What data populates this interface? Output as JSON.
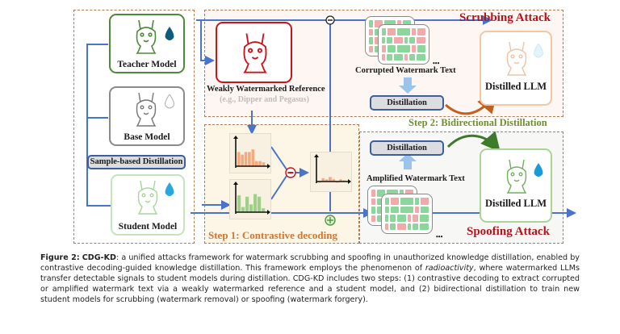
{
  "figure": {
    "left_panel": {
      "teacher_label": "Teacher Model",
      "base_label": "Base Model",
      "sample_distillation_label": "Sample-based Distillation",
      "student_label": "Student Model"
    },
    "reference": {
      "label": "Weakly Watermarked Reference",
      "examples": "(e.g., Dipper and Pegasus)"
    },
    "step1": {
      "label": "Step 1: Contrastive decoding",
      "operator_minus": "−",
      "operator_plus": "+"
    },
    "scrubbing": {
      "title": "Scrubbing Attack",
      "text_label": "Corrupted Watermark Text",
      "distillation_label": "Distillation",
      "model_label": "Distilled LLM",
      "ellipsis": "•••"
    },
    "step2": {
      "label": "Step 2: Bidirectional Distillation"
    },
    "spoofing": {
      "title": "Spoofing Attack",
      "text_label": "Amplified Watermark Text",
      "distillation_label": "Distillation",
      "model_label": "Distilled LLM",
      "ellipsis": "•••"
    },
    "histograms": {
      "reference_bars": [
        0.55,
        0.45,
        0.55,
        0.55,
        0.65,
        0.2,
        0.2,
        0.15
      ],
      "student_bars": [
        0.65,
        0.2,
        0.6,
        0.3,
        0.7,
        0.6,
        0.15
      ],
      "difference_bars": [
        -0.05,
        0.15,
        0.1,
        0.2,
        0.1,
        -0.05,
        0.1,
        0.05
      ]
    },
    "colors": {
      "teacher": "#4f8a3a",
      "base": "#8a8a8a",
      "student": "#a9d59a",
      "reference": "#c8151b",
      "scrub_llm": "#f3c6a4",
      "spoof_llm": "#8cc47a",
      "arrow": "#4a74c9",
      "wm_green": "#8bd79b",
      "wm_red": "#f2a9a9",
      "watermark_drop_dark": "#0f5b7a",
      "watermark_drop_light": "#2aa6e0"
    }
  },
  "caption": {
    "prefix": "Figure 2:",
    "name": "CDG-KD",
    "part1": ": a unified attacks framework for watermark scrubbing and spoofing in unauthorized knowledge distillation, enabled by contrastive decoding-guided knowledge distillation. This framework employs the phenomenon of ",
    "italic": "radioactivity",
    "part2": ", where watermarked LLMs transfer detectable signals to student models during distillation. CDG-KD includes two steps: (1) contrastive decoding to extract corrupted or amplified watermark text via a weakly watermarked reference and a student model, and (2) bidirectional distillation to train new student models for scrubbing (watermark removal) or spoofing (watermark forgery)."
  }
}
